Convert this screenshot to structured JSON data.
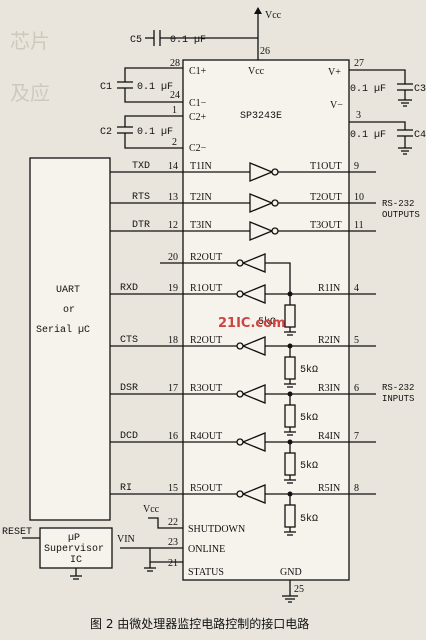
{
  "power": {
    "vcc": "Vcc",
    "gnd": "GND"
  },
  "chip": {
    "name": "SP3243E",
    "left_pins": [
      {
        "num": "28",
        "name": "C1+"
      },
      {
        "num": "24",
        "name": "C1−"
      },
      {
        "num": "1",
        "name": "C2+"
      },
      {
        "num": "2",
        "name": "C2−"
      },
      {
        "num": "14",
        "name": "T1IN"
      },
      {
        "num": "13",
        "name": "T2IN"
      },
      {
        "num": "12",
        "name": "T3IN"
      },
      {
        "num": "20",
        "name": "R2OUT"
      },
      {
        "num": "19",
        "name": "R1OUT"
      },
      {
        "num": "18",
        "name": "R2OUT"
      },
      {
        "num": "17",
        "name": "R3OUT"
      },
      {
        "num": "16",
        "name": "R4OUT"
      },
      {
        "num": "15",
        "name": "R5OUT"
      },
      {
        "num": "22",
        "name": "SHUTDOWN"
      },
      {
        "num": "23",
        "name": "ONLINE"
      },
      {
        "num": "21",
        "name": "STATUS"
      }
    ],
    "right_pins": [
      {
        "num": "27",
        "name": "V+"
      },
      {
        "num": "3",
        "name": "V−"
      },
      {
        "num": "9",
        "name": "T1OUT"
      },
      {
        "num": "10",
        "name": "T2OUT"
      },
      {
        "num": "11",
        "name": "T3OUT"
      },
      {
        "num": "4",
        "name": "R1IN"
      },
      {
        "num": "5",
        "name": "R2IN"
      },
      {
        "num": "6",
        "name": "R3IN"
      },
      {
        "num": "7",
        "name": "R4IN"
      },
      {
        "num": "8",
        "name": "R5IN"
      }
    ],
    "top_pin": {
      "num": "26",
      "name": "Vcc"
    },
    "bottom_pin": {
      "num": "25",
      "name": "GND"
    }
  },
  "capacitors": [
    {
      "name": "C5",
      "value": "0.1 µF"
    },
    {
      "name": "C1",
      "value": "0.1 µF"
    },
    {
      "name": "C2",
      "value": "0.1 µF"
    },
    {
      "name": "C3",
      "value": "0.1 µF"
    },
    {
      "name": "C4",
      "value": "0.1 µF"
    }
  ],
  "resistor_value": "5kΩ",
  "uart": {
    "line1": "UART",
    "line2": "or",
    "line3": "Serial µC"
  },
  "signals": [
    "TXD",
    "RTS",
    "DTR",
    "RXD",
    "CTS",
    "DSR",
    "DCD",
    "RI"
  ],
  "outputs_label": [
    "RS-232",
    "OUTPUTS"
  ],
  "inputs_label": [
    "RS-232",
    "INPUTS"
  ],
  "supervisor": {
    "line1": "µP",
    "line2": "Supervisor",
    "line3": "IC",
    "reset": "RESET",
    "vin": "VIN"
  },
  "watermark": "21IC.com",
  "caption": "图 2   由微处理器监控电路控制的接口电路"
}
